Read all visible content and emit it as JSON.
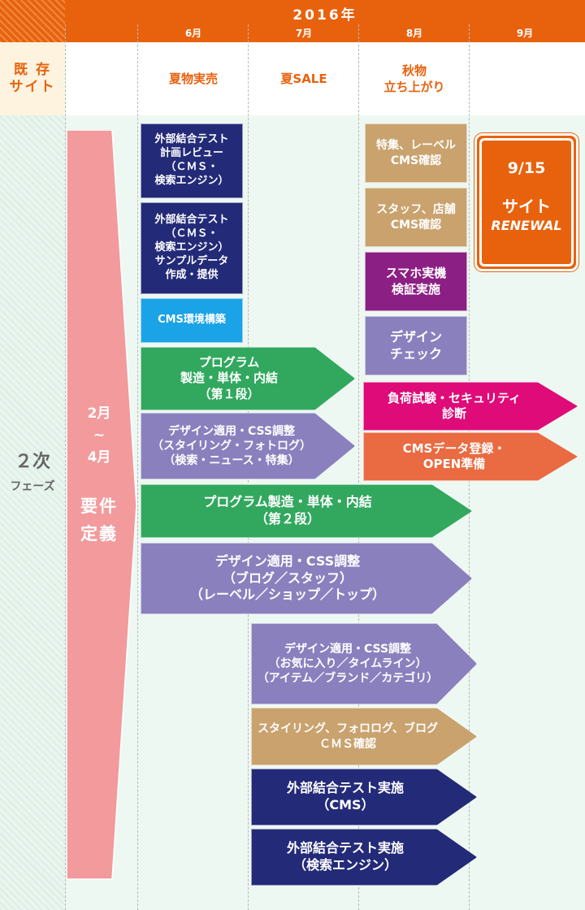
{
  "header": {
    "year": "2016年",
    "months": [
      "6月",
      "7月",
      "8月",
      "9月"
    ]
  },
  "existing_site": {
    "label": "既 存\nサイト",
    "events": [
      "夏物実売",
      "夏SALE",
      "秋物\n立ち上がり"
    ]
  },
  "phase": {
    "big": "２次",
    "small": "フェーズ"
  },
  "requirements": {
    "period": "2月\n~\n4月",
    "label": "要件\n定義"
  },
  "tasks": {
    "t1": "外部結合テスト\n計画レビュー\n（ＣＭＳ・\n検索エンジン）",
    "t2": "外部結合テスト\n（ＣＭＳ・\n検索エンジン）\nサンプルデータ\n作成・提供",
    "t3": "CMS環境構築",
    "t4": "プログラム\n製造・単体・内結\n（第１段）",
    "t5": "デザイン適用・CSS調整\n（スタイリング・フォトログ）\n（検索・ニュース・特集）",
    "t6": "プログラム製造・単体・内結\n（第２段）",
    "t7": "デザイン適用・CSS調整\n（ブログ／スタッフ）\n（レーベル／ショップ／トップ）",
    "t8": "デザイン適用・CSS調整\n（お気に入り／タイムライン）\n（アイテム／ブランド／カテゴリ）",
    "t9": "スタイリング、フォロログ、ブログ\nＣＭＳ確認",
    "t10": "外部結合テスト実施\n（CMS）",
    "t11": "外部結合テスト実施\n（検索エンジン）",
    "t12": "特集、レーベル\nCMS確認",
    "t13": "スタッフ、店舗\nCMS確認",
    "t14": "スマホ実機\n検証実施",
    "t15": "デザイン\nチェック",
    "t16": "負荷試験・セキュリティ\n診断",
    "t17": "CMSデータ登録・\nOPEN準備"
  },
  "milestone": {
    "date": "9/15",
    "title": "サイト",
    "subtitle": "RENEWAL"
  },
  "colors": {
    "orange": "#e8620e",
    "navy": "#232a78",
    "blue": "#1aa3e6",
    "green": "#31a85e",
    "lavender": "#8b80be",
    "tan": "#c9a26e",
    "purple": "#8c1f84",
    "magenta": "#de0b78",
    "coral": "#ea6a41",
    "pink": "#f29a9c"
  }
}
